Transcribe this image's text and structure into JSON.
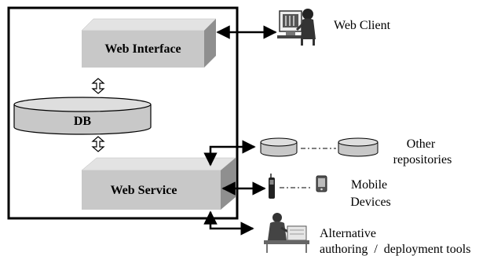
{
  "system": {
    "web_interface": "Web Interface",
    "database": "DB",
    "web_service": "Web Service"
  },
  "external": {
    "web_client": "Web Client",
    "other_repositories": [
      "Other",
      "repositories"
    ],
    "mobile_devices": [
      "Mobile",
      "Devices"
    ],
    "authoring_tools": [
      "Alternative",
      "authoring  /  deployment tools"
    ]
  },
  "icons": [
    "person-at-computer-icon",
    "repository-cylinder-icon",
    "mobile-phone-icon",
    "pda-icon",
    "person-at-workstation-icon"
  ]
}
